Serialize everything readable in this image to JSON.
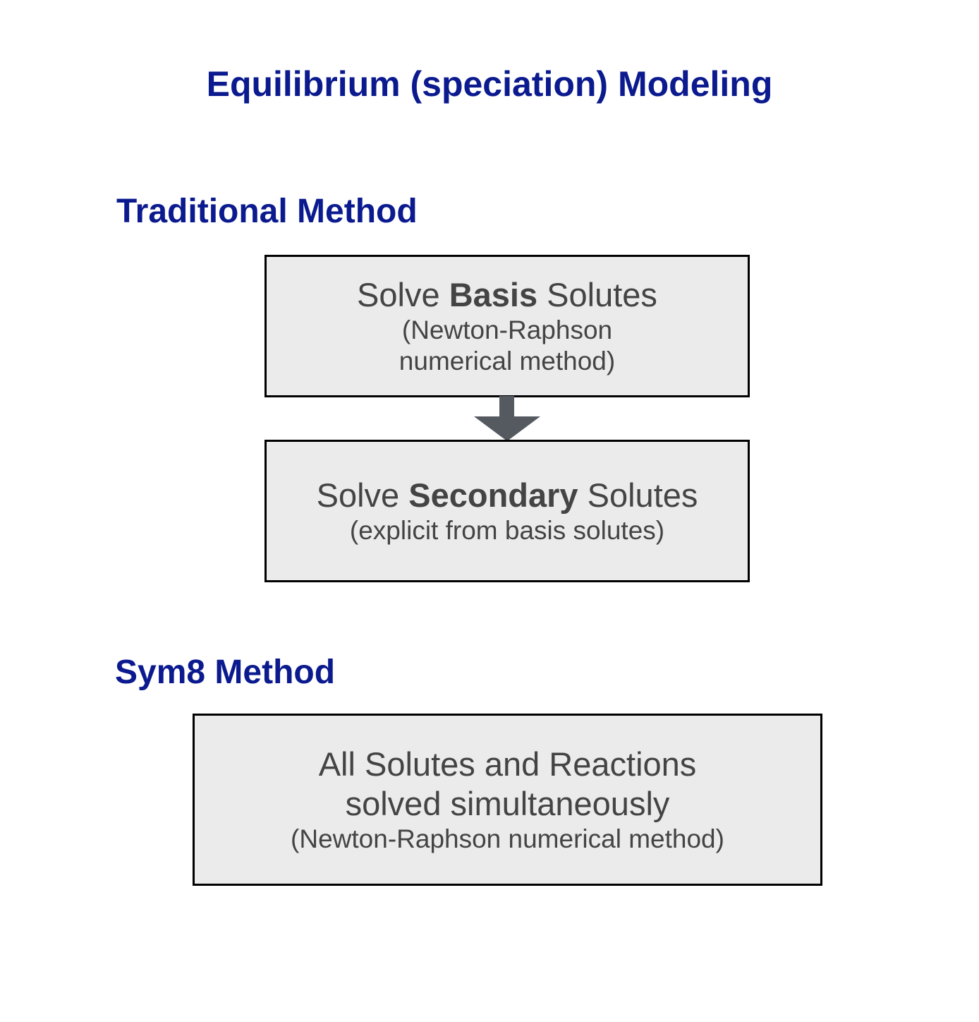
{
  "title": "Equilibrium (speciation) Modeling",
  "traditional": {
    "heading": "Traditional Method",
    "step1": {
      "pre": "Solve ",
      "bold": "Basis",
      "post": " Solutes",
      "sub1": "(Newton-Raphson",
      "sub2": "numerical method)"
    },
    "step2": {
      "pre": "Solve ",
      "bold": "Secondary",
      "post": " Solutes",
      "sub1": "(explicit from basis solutes)"
    }
  },
  "sym8": {
    "heading": "Sym8 Method",
    "step": {
      "line1": "All Solutes and Reactions",
      "line2": "solved simultaneously",
      "sub1": "(Newton-Raphson numerical method)"
    }
  },
  "colors": {
    "heading": "#0b1a8e",
    "box_fill": "#ebebeb",
    "text": "#444444",
    "arrow": "#555960"
  }
}
